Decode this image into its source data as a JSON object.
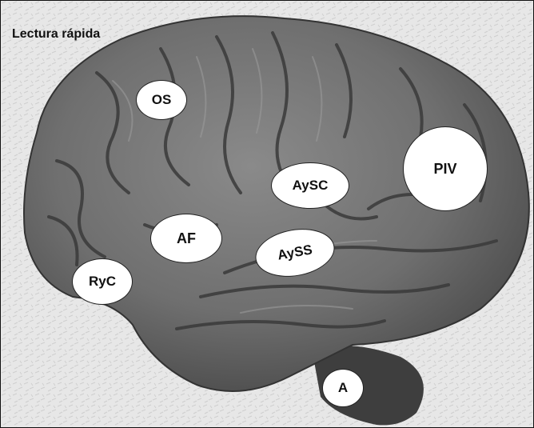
{
  "title": "Lectura rápida",
  "regions": {
    "os": "OS",
    "af": "AF",
    "ryc": "RyC",
    "aysc": "AySC",
    "ayss": "AySS",
    "piv": "PIV",
    "a": "A"
  }
}
